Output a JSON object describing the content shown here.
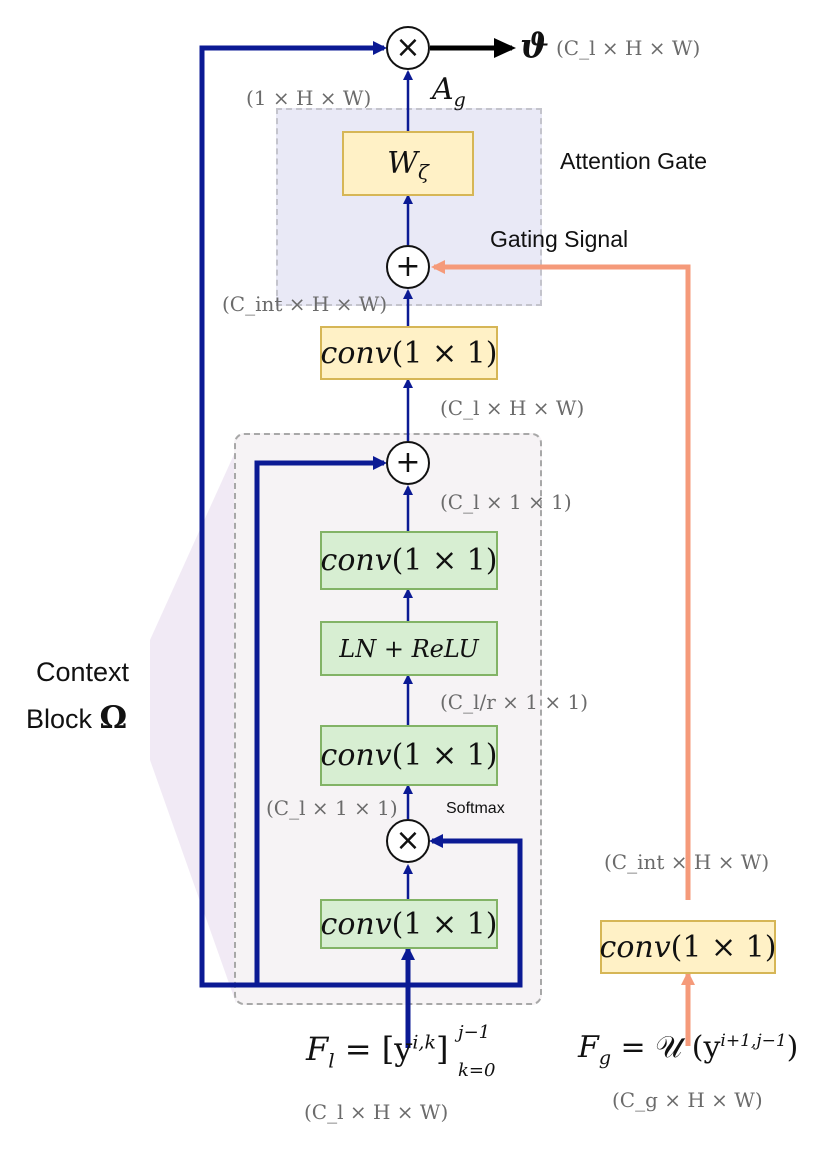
{
  "labels": {
    "attention_gate": "Attention Gate",
    "gating_signal": "Gating Signal",
    "context": "Context",
    "block": "Block",
    "omega": "Ω",
    "softmax": "Softmax"
  },
  "boxes": {
    "w_zeta": {
      "main": "W",
      "sub": "ζ"
    },
    "conv_fn": "conv",
    "conv_arg": "(1 × 1)",
    "ln_relu": "LN + ReLU"
  },
  "operators": {
    "multiply": "×",
    "add": "+"
  },
  "outputs": {
    "theta": "ϑ",
    "a_g": {
      "main": "A",
      "sub": "g"
    }
  },
  "inputs": {
    "f_l": {
      "lhs": "F",
      "lhs_sub": "l",
      "eq": "= [y",
      "sup": "i,k",
      "close": "]",
      "upper": "j−1",
      "lower": "k=0"
    },
    "f_g": {
      "lhs": "F",
      "lhs_sub": "g",
      "eq": "= 𝒰 (y",
      "sup": "i+1,j−1",
      "close": ")"
    }
  },
  "dims": {
    "output": "(C_l × H × W)",
    "gate_out": "(1 × H × W)",
    "c_int_left": "(C_int × H × W)",
    "after_conv_top": "(C_l × H × W)",
    "c_l_1_1_top": "(C_l × 1 × 1)",
    "c_l_r": "(C_l/r × 1 × 1)",
    "c_l_1_1_mid": "(C_l × 1 × 1)",
    "c_int_right": "(C_int × H × W)",
    "input_l": "(C_l × H × W)",
    "input_g": "(C_g × H × W)"
  },
  "colors": {
    "main_path": "#0b1a94",
    "gating_path": "#f59a7a",
    "output_arrow": "#000000",
    "yellow_fill": "#fff1c6",
    "yellow_border": "#d6b656",
    "green_fill": "#d7eed2",
    "green_border": "#82b366",
    "gate_panel": "#e9e9f6",
    "context_panel": "#f6f3f5",
    "context_wedge": "#e8e0ef"
  }
}
